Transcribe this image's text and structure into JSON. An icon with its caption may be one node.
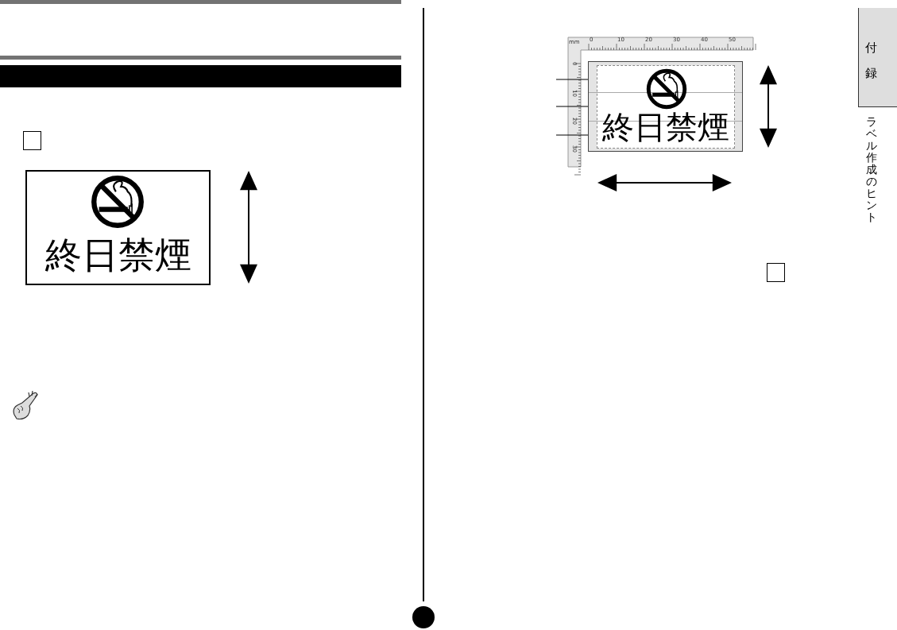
{
  "diagram": {
    "nodes": [
      {
        "text": [
          "付録"
        ]
      },
      {
        "text": [
          "終日禁煙"
        ]
      },
      {
        "text": [
          "終日禁煙"
        ]
      },
      {
        "text": [],
        "shape": "bar"
      }
    ],
    "edges": [
      {
        "from": null,
        "to": 2,
        "arrow": "none"
      },
      {
        "from": null,
        "to": 2,
        "arrow": "none"
      },
      {
        "from": null,
        "to": 2,
        "arrow": "none"
      }
    ],
    "labels": [
      "mm",
      "0",
      "10",
      "20",
      "30",
      "40",
      "50",
      "0",
      "10",
      "20",
      "30",
      "ラベル作成のヒント"
    ]
  }
}
